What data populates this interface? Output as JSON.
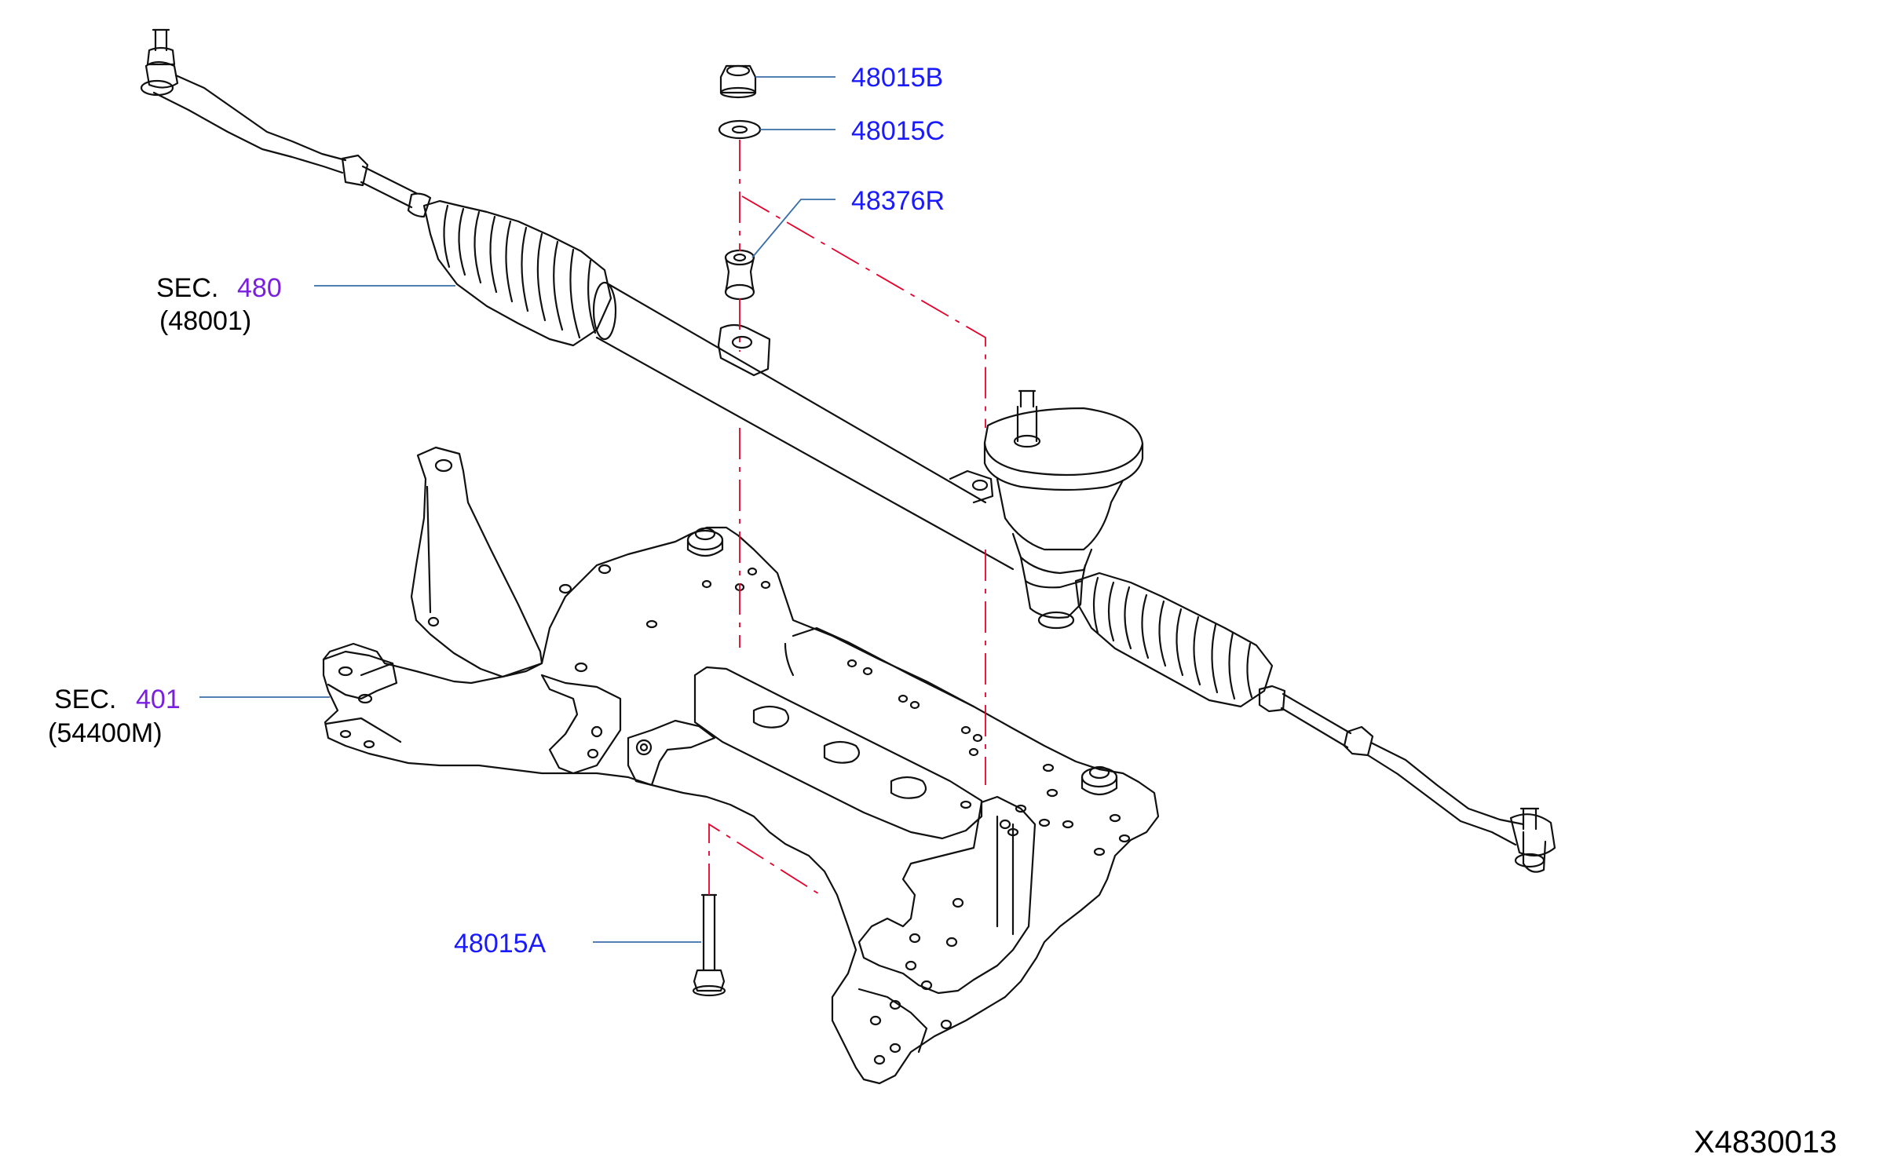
{
  "labels": {
    "p48015B": "48015B",
    "p48015C": "48015C",
    "p48376R": "48376R",
    "p48015A": "48015A",
    "sec1_prefix": "SEC.",
    "sec1_number": "480",
    "sec1_code": "(48001)",
    "sec2_prefix": "SEC.",
    "sec2_number": "401",
    "sec2_code": "(54400M)"
  },
  "figure_id": "X4830013",
  "colors": {
    "part_label": "#1a1aff",
    "section_number": "#7a1fe0",
    "leader": "#3a6ea8",
    "centerline": "#e8002a",
    "outline": "#111111"
  }
}
